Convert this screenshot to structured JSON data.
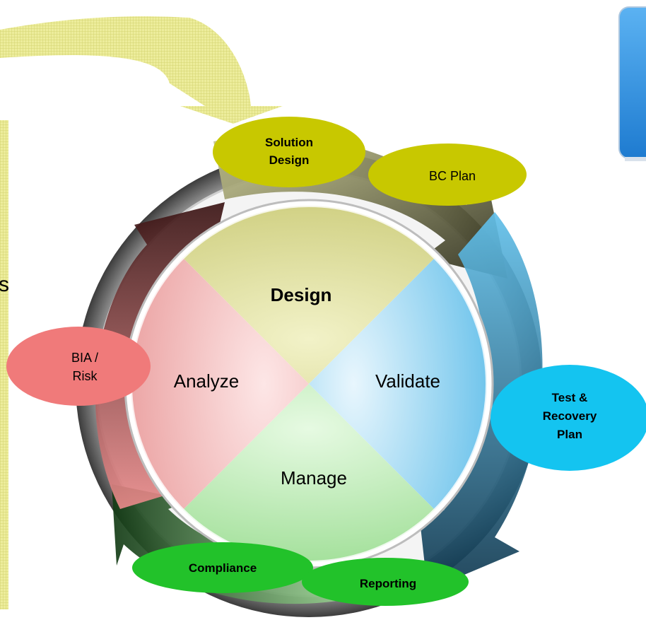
{
  "diagram": {
    "quadrants": {
      "design": "Design",
      "analyze": "Analyze",
      "validate": "Validate",
      "manage": "Manage"
    },
    "bubbles": {
      "solution_design": [
        "Solution",
        "Design"
      ],
      "bc_plan": "BC Plan",
      "bia_risk": [
        "BIA /",
        "Risk"
      ],
      "test_recovery": [
        "Test &",
        "Recovery",
        "Plan"
      ],
      "compliance": "Compliance",
      "reporting": "Reporting"
    },
    "left_edge_glyph": "s"
  },
  "colors": {
    "design": "#D9D98A",
    "analyze": "#F5B8B8",
    "validate": "#A8DAF2",
    "manage": "#B8E8B0",
    "bubble_olive": "#C8C800",
    "bubble_pink": "#F07A7A",
    "bubble_cyan": "#14C4F0",
    "bubble_green": "#22C22A",
    "callout_blue": "#2E8FE0",
    "hatch_yellow": "#E6E68C"
  }
}
